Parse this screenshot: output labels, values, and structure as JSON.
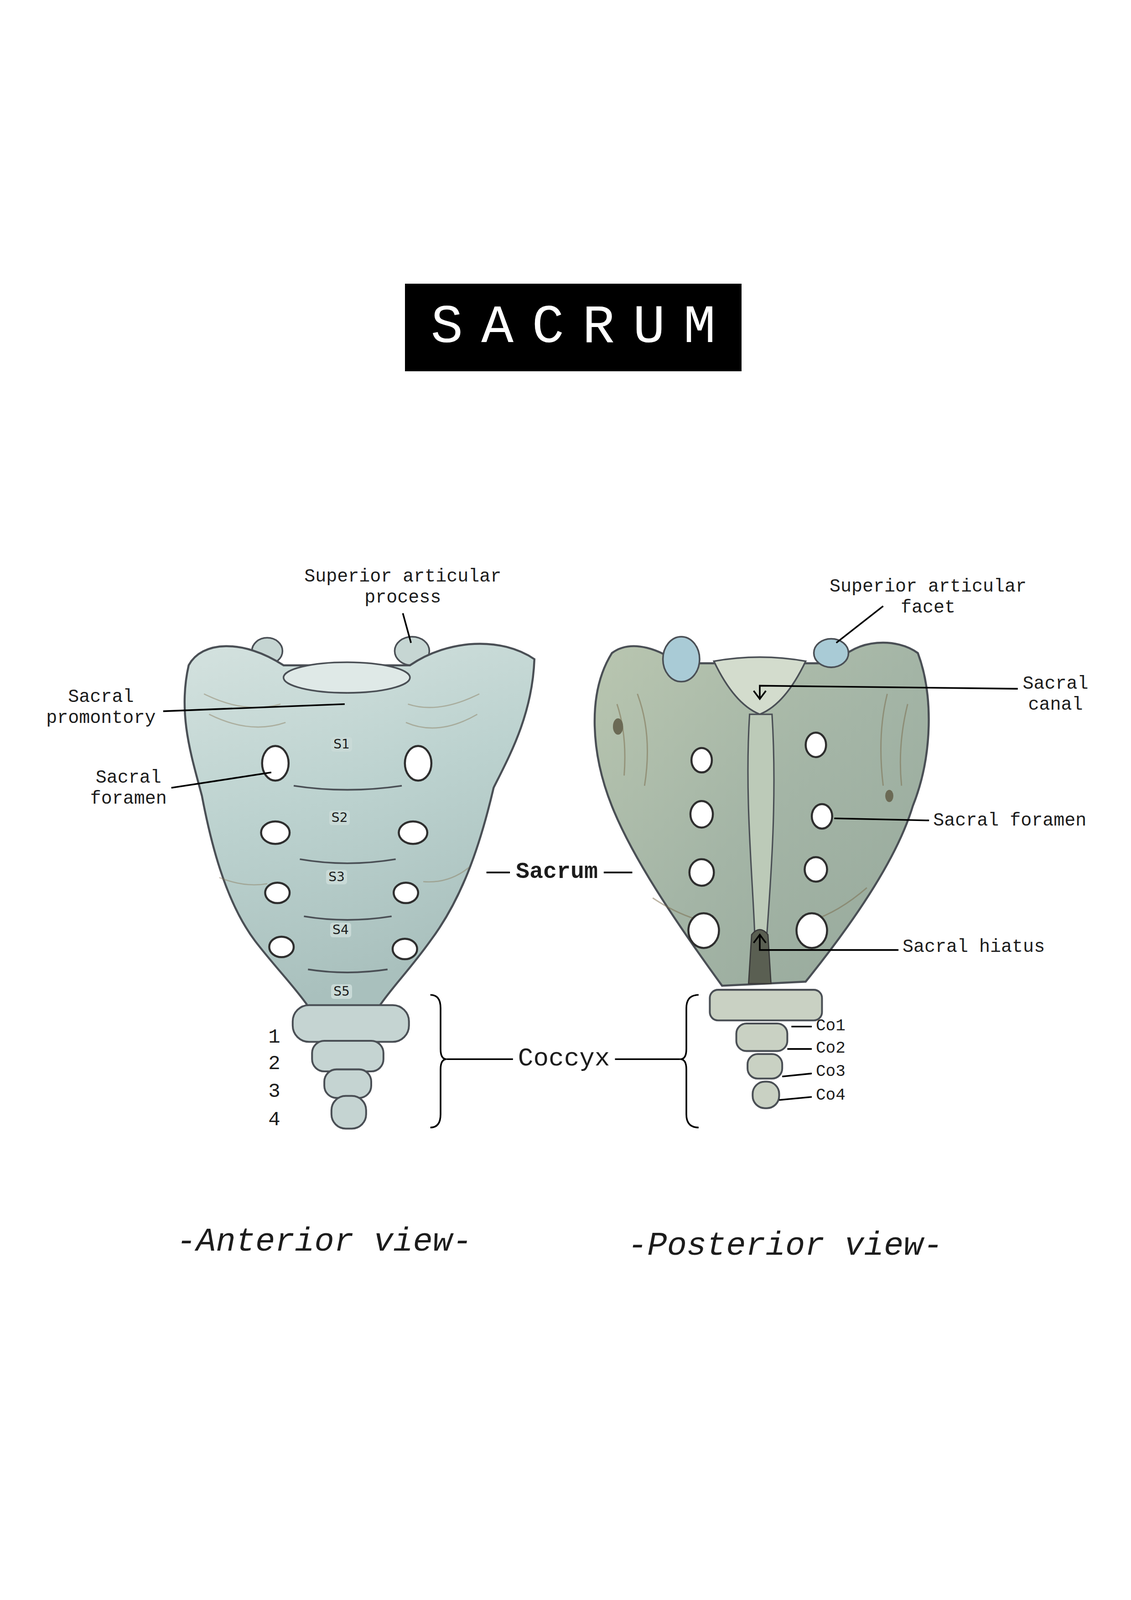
{
  "diagram": {
    "title": "SACRUM",
    "labels": [
      "Superior articular process",
      "Sacral promontory",
      "Sacral foramen",
      "S1",
      "S2",
      "S3",
      "S4",
      "S5",
      "1",
      "2",
      "3",
      "4",
      "Sacrum",
      "Coccyx",
      "Superior articular facet",
      "Sacral canal",
      "Sacral foramen",
      "Sacral hiatus",
      "Co1",
      "Co2",
      "Co3",
      "Co4",
      "-Anterior view-",
      "-Posterior view-"
    ]
  }
}
